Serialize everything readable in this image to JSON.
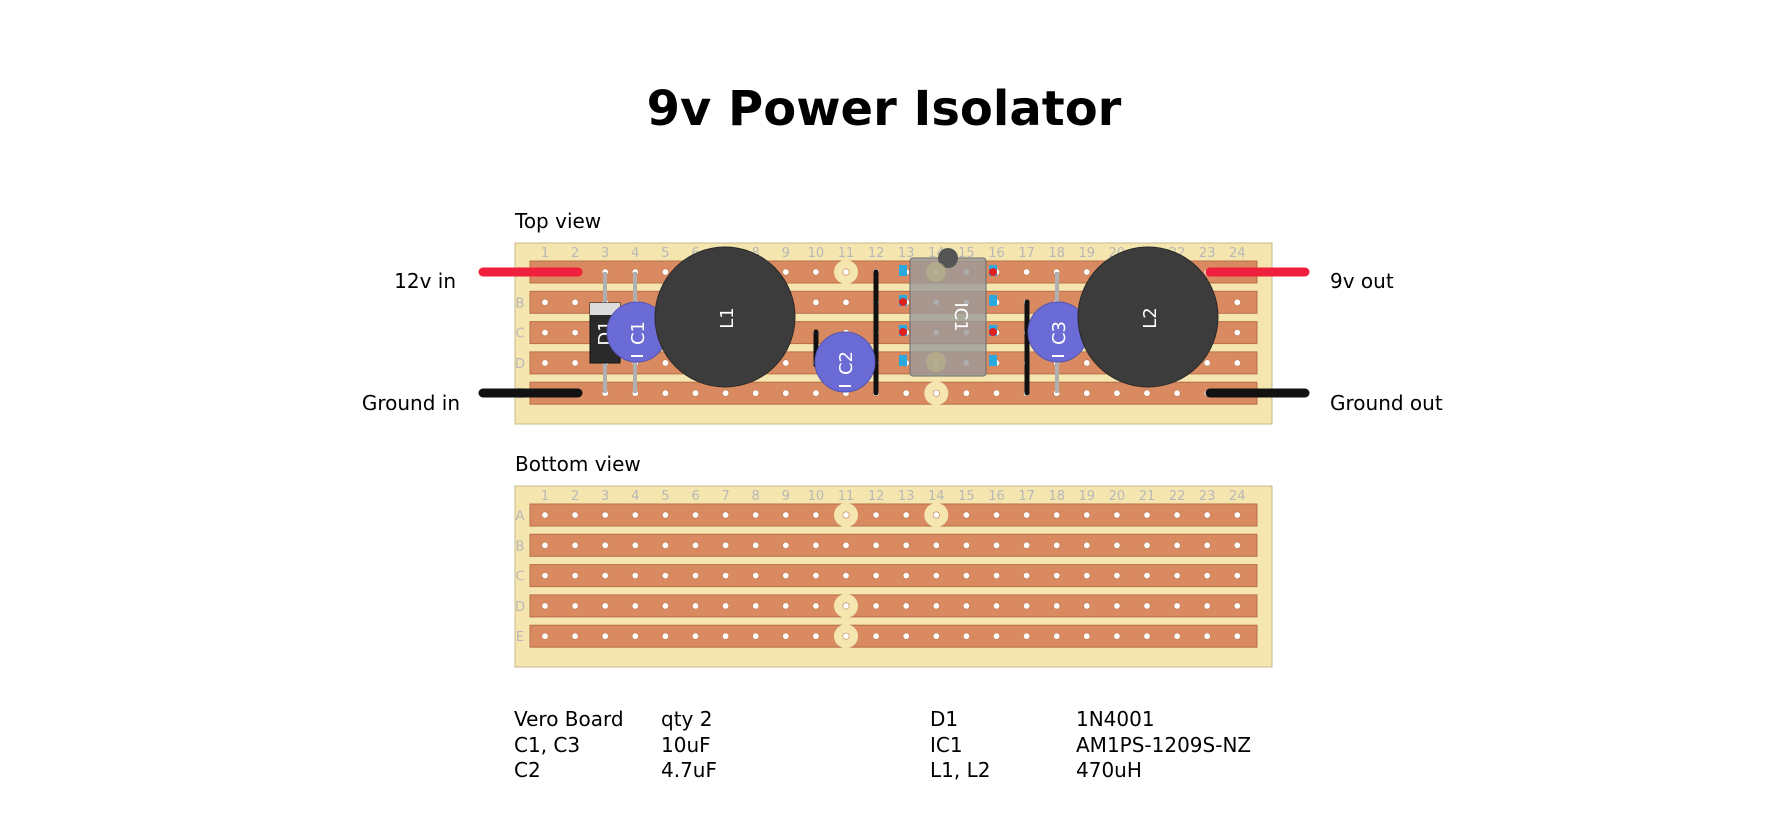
{
  "title": "9v Power Isolator",
  "views": {
    "top": "Top view",
    "bottom": "Bottom view"
  },
  "connections": {
    "in_power": "12v in",
    "in_ground": "Ground in",
    "out_power": "9v out",
    "out_ground": "Ground out"
  },
  "columns": [
    "1",
    "2",
    "3",
    "4",
    "5",
    "6",
    "7",
    "8",
    "9",
    "10",
    "11",
    "12",
    "13",
    "14",
    "15",
    "16",
    "17",
    "18",
    "19",
    "20",
    "21",
    "22",
    "23",
    "24"
  ],
  "rows": [
    "A",
    "B",
    "C",
    "D",
    "E"
  ],
  "components": {
    "d1": "D1",
    "c1": "C1",
    "c2": "C2",
    "c3": "C3",
    "l1": "L1",
    "l2": "L2",
    "ic1": "IC1"
  },
  "bom": [
    {
      "ref": "Vero Board",
      "value": "qty 2"
    },
    {
      "ref": "C1, C3",
      "value": "10uF"
    },
    {
      "ref": "C2",
      "value": "4.7uF"
    },
    {
      "ref": "D1",
      "value": "1N4001"
    },
    {
      "ref": "IC1",
      "value": "AM1PS-1209S-NZ"
    },
    {
      "ref": "L1, L2",
      "value": "470uH"
    }
  ],
  "colors": {
    "board": "#f5e6b0",
    "strip": "#d98a60",
    "hole": "#ffffff",
    "cut": "#f5e6b0",
    "red": "#f0203c",
    "black": "#111111",
    "cap": "#6b6bd6",
    "inductor": "#3c3c3c",
    "ic": "#999999"
  }
}
